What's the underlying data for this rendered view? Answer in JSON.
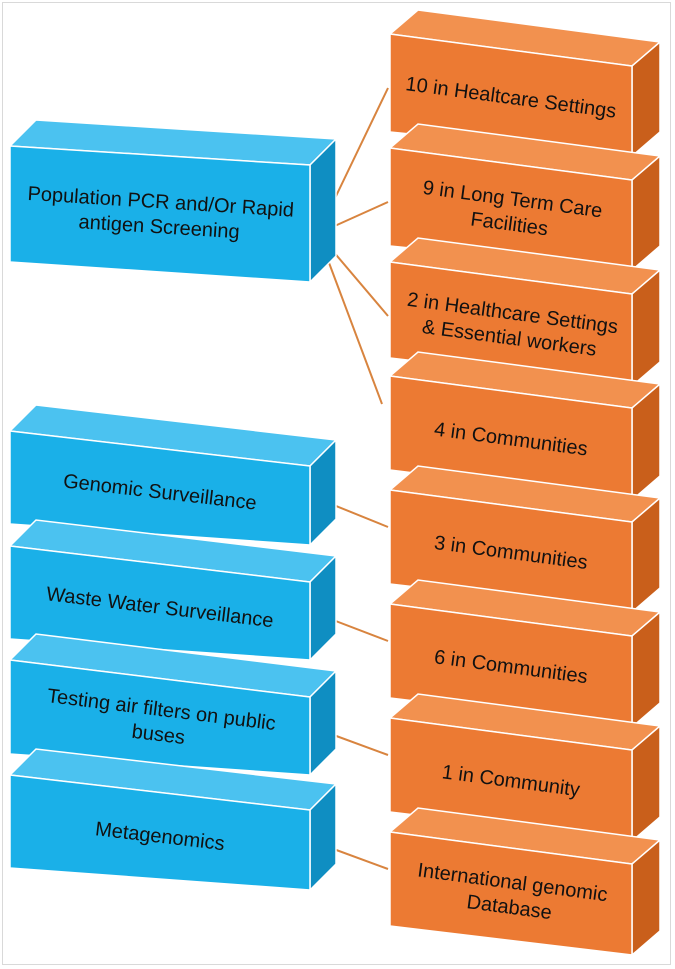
{
  "colors": {
    "method_front": "#1ab0e8",
    "method_top": "#4bc2f0",
    "method_side": "#0f8ec2",
    "finding_front": "#ec7a33",
    "finding_top": "#f2914f",
    "finding_side": "#c95f1b",
    "connector": "#d8843f",
    "border": "#d9d9d9"
  },
  "methods": [
    {
      "id": "m0",
      "lines": [
        "Population PCR and/Or Rapid",
        "antigen Screening"
      ]
    },
    {
      "id": "m1",
      "lines": [
        "Genomic Surveillance"
      ]
    },
    {
      "id": "m2",
      "lines": [
        "Waste Water Surveillance"
      ]
    },
    {
      "id": "m3",
      "lines": [
        "Testing air filters on public",
        "buses"
      ]
    },
    {
      "id": "m4",
      "lines": [
        "Metagenomics"
      ]
    }
  ],
  "findings": [
    {
      "id": "f0",
      "lines": [
        "10 in Healtcare Settings"
      ]
    },
    {
      "id": "f1",
      "lines": [
        "9 in Long Term Care",
        "Facilities"
      ]
    },
    {
      "id": "f2",
      "lines": [
        "2  in Healthcare Settings",
        "& Essential workers"
      ]
    },
    {
      "id": "f3",
      "lines": [
        "4 in Communities"
      ]
    },
    {
      "id": "f4",
      "lines": [
        "3 in Communities"
      ]
    },
    {
      "id": "f5",
      "lines": [
        "6 in Communities"
      ]
    },
    {
      "id": "f6",
      "lines": [
        "1 in Community"
      ]
    },
    {
      "id": "f7",
      "lines": [
        "International genomic",
        "Database"
      ]
    }
  ],
  "links": [
    {
      "from": "m0",
      "to": "f0"
    },
    {
      "from": "m0",
      "to": "f1"
    },
    {
      "from": "m0",
      "to": "f2"
    },
    {
      "from": "m0",
      "to": "f3"
    },
    {
      "from": "m1",
      "to": "f4"
    },
    {
      "from": "m2",
      "to": "f5"
    },
    {
      "from": "m3",
      "to": "f6"
    },
    {
      "from": "m4",
      "to": "f7"
    }
  ]
}
